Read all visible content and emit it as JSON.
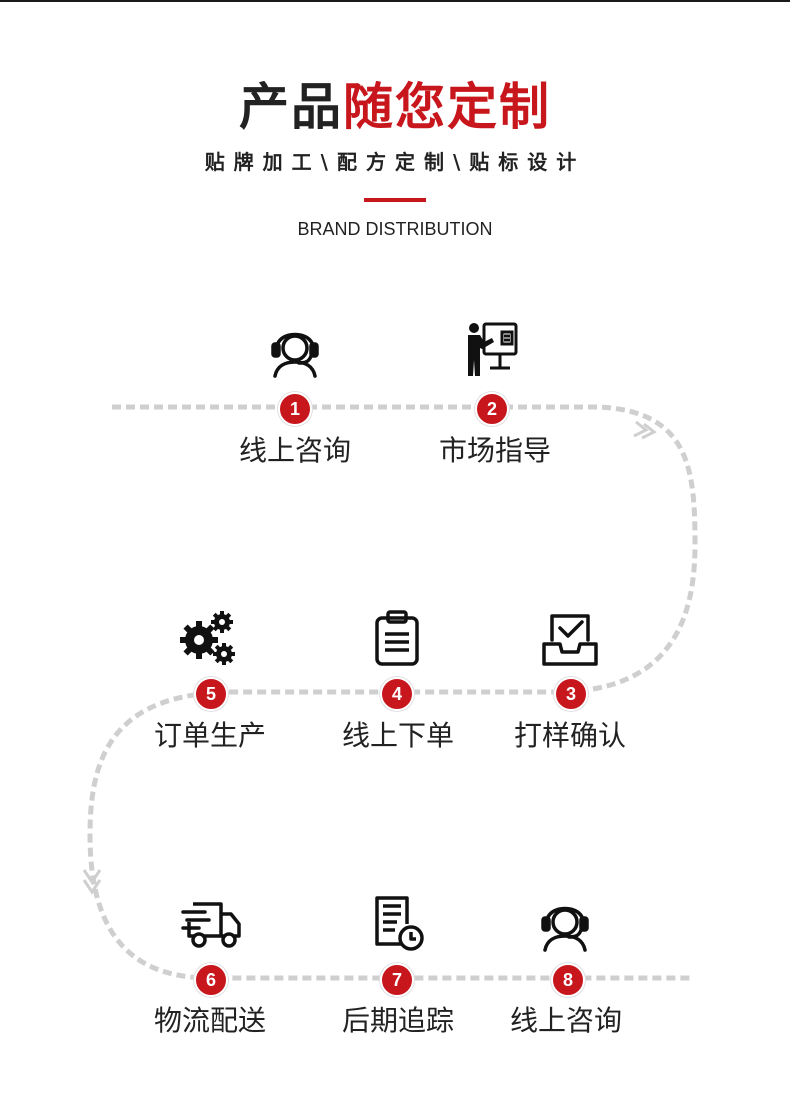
{
  "header": {
    "title_dark": "产品",
    "title_red": "随您定制",
    "subtitle": "贴牌加工\\配方定制\\贴标设计",
    "english": "BRAND DISTRIBUTION"
  },
  "colors": {
    "accent": "#c8161d",
    "text": "#222222",
    "path": "#cccccc"
  },
  "steps": [
    {
      "number": "1",
      "label": "线上咨询",
      "icon": "headset-agent-icon"
    },
    {
      "number": "2",
      "label": "市场指导",
      "icon": "presenter-board-icon"
    },
    {
      "number": "3",
      "label": "打样确认",
      "icon": "inbox-check-icon"
    },
    {
      "number": "4",
      "label": "线上下单",
      "icon": "clipboard-list-icon"
    },
    {
      "number": "5",
      "label": "订单生产",
      "icon": "gears-icon"
    },
    {
      "number": "6",
      "label": "物流配送",
      "icon": "delivery-truck-icon"
    },
    {
      "number": "7",
      "label": "后期追踪",
      "icon": "document-clock-icon"
    },
    {
      "number": "8",
      "label": "线上咨询",
      "icon": "headset-agent-icon"
    }
  ]
}
